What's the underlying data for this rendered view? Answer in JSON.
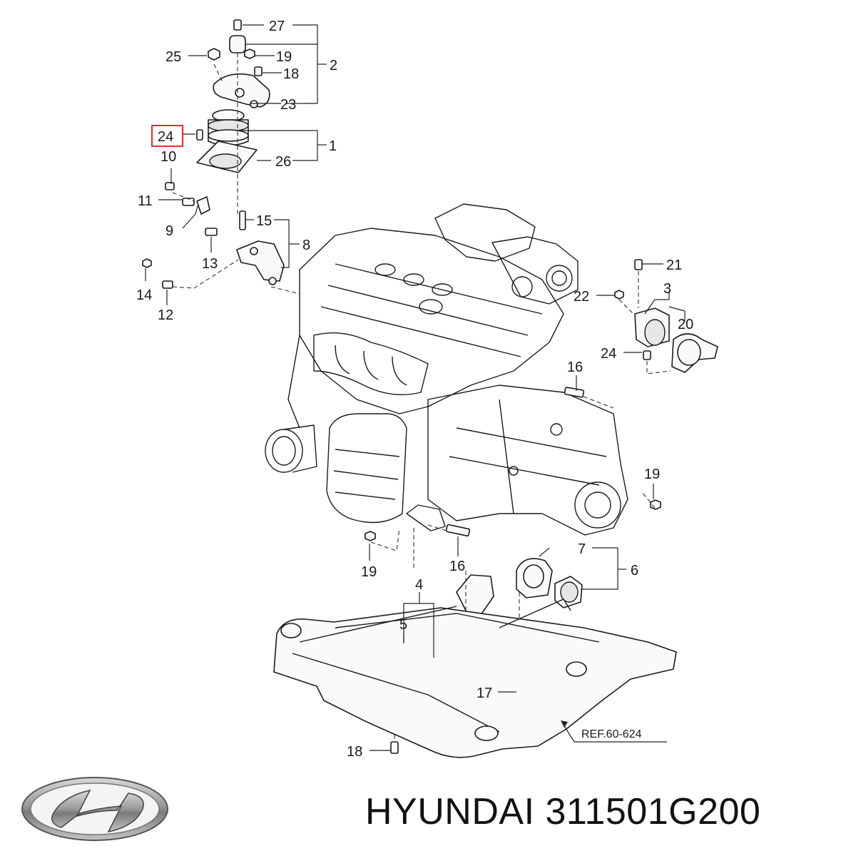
{
  "callouts": {
    "c27": "27",
    "c25": "25",
    "c19a": "19",
    "c18a": "18",
    "c2": "2",
    "c23": "23",
    "c24a": "24",
    "c1": "1",
    "c10": "10",
    "c26": "26",
    "c11": "11",
    "c15": "15",
    "c9": "9",
    "c8": "8",
    "c13": "13",
    "c14": "14",
    "c12": "12",
    "c21": "21",
    "c3": "3",
    "c22": "22",
    "c20": "20",
    "c24b": "24",
    "c16a": "16",
    "c19b": "19",
    "c7": "7",
    "c19c": "19",
    "c16b": "16",
    "c6": "6",
    "c4": "4",
    "c5": "5",
    "c17": "17",
    "c18b": "18"
  },
  "ref_label": "REF.60-624",
  "highlighted_callout": "24",
  "caption": "HYUNDAI 311501G200",
  "logo": {
    "name": "hyundai-logo"
  },
  "colors": {
    "highlight": "#e0312e",
    "line": "#1b1b1b"
  }
}
